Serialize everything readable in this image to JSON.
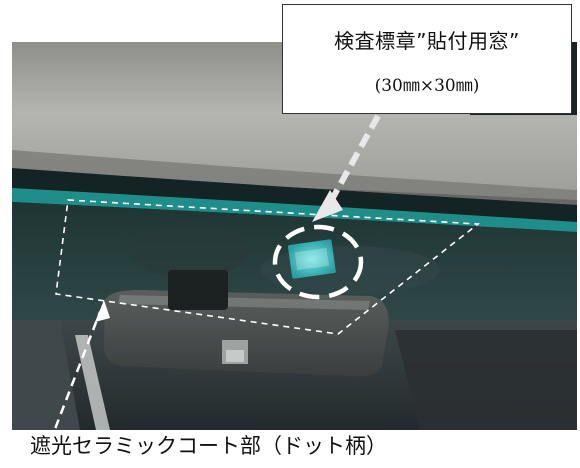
{
  "label": {
    "title": "検査標章”貼付用窓”",
    "size": "(30㎜×30㎜)"
  },
  "caption": "遮光セラミックコート部（ドット柄）",
  "colors": {
    "roof_liner": "#a9aaa6",
    "teal_band": "#1f8e8a",
    "windshield": "#2c4a4a",
    "sticker": "#3fc3c5",
    "outline": "#ffffff"
  }
}
